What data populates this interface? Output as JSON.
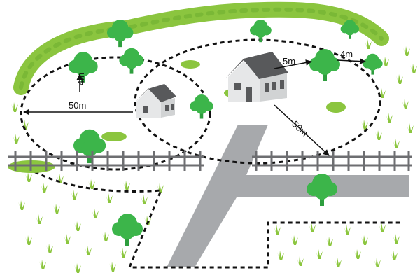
{
  "labels": {
    "left_house_distance": "50m",
    "right_house_distance": "50m",
    "house_to_tree": "5m",
    "tree_to_tree": "4m",
    "tree_height": "4m"
  },
  "colors": {
    "hedge_green": "#8bc53f",
    "tree_green": "#3cb54a",
    "trunk_green": "#2e9e3e",
    "grass_green": "#8cc63f",
    "road_gray": "#a7a9ac",
    "roof_gray": "#58595b",
    "wall_white": "#f1f2f2",
    "fence_gray": "#6d6e71"
  }
}
